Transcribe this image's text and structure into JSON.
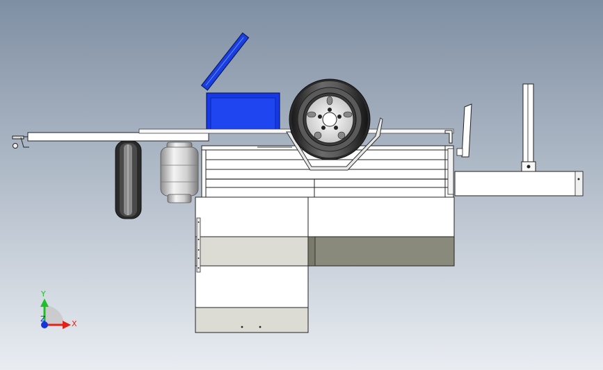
{
  "viewport": {
    "background_top": "#7f8fa3",
    "background_bottom": "#e9edf2"
  },
  "triad": {
    "y_label": "Y",
    "z_label": "Z",
    "x_label": "X",
    "y_color": "#1fbf2a",
    "x_color": "#e0221a",
    "z_color": "#1633d8"
  },
  "model": {
    "lid_color": "#1a3fe0",
    "box_color": "#1538e8",
    "tyre_color": "#2a2a2a",
    "panel_light": "#ffffff",
    "panel_shade": "#dcdcd4",
    "panel_dark": "#8a8a7c"
  }
}
